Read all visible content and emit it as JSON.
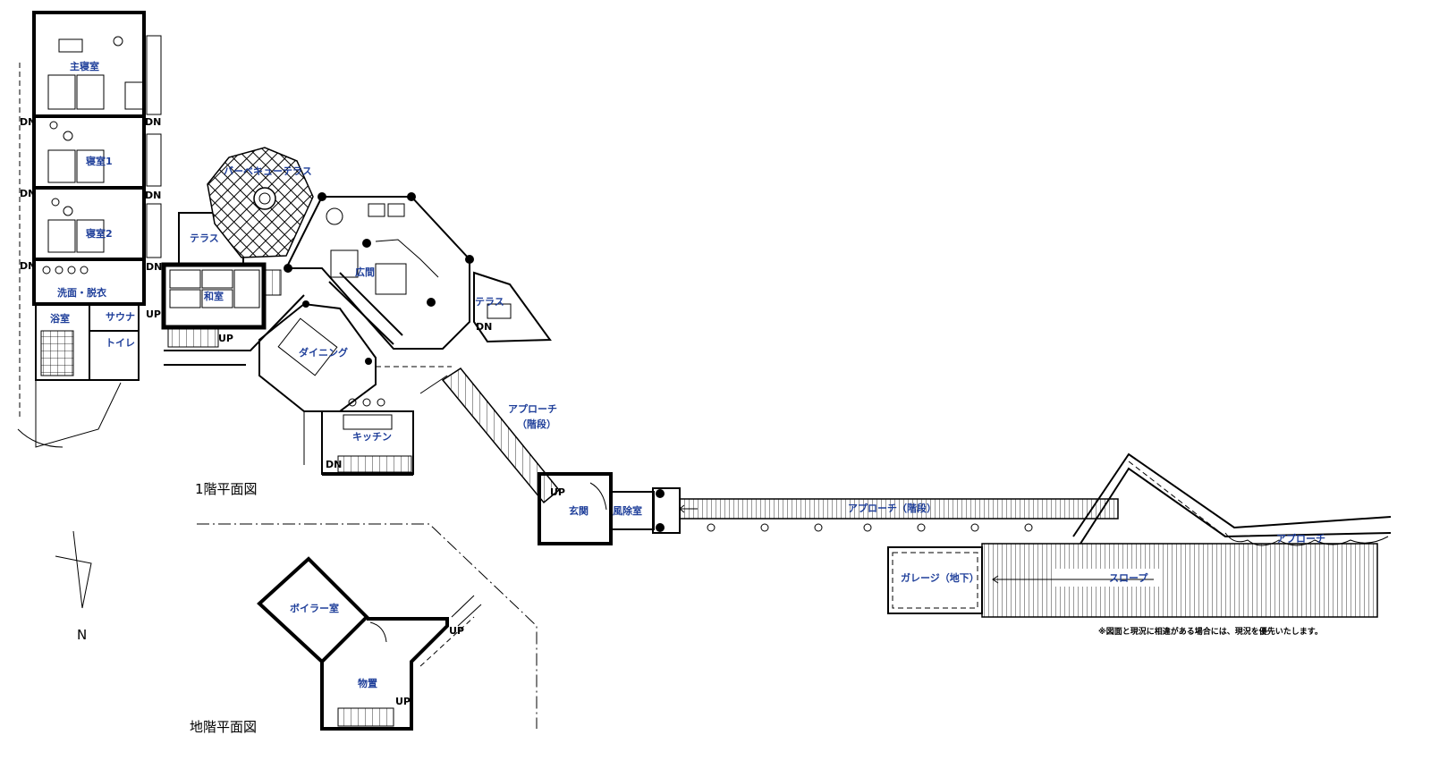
{
  "rooms": {
    "master_bedroom": "主寝室",
    "bedroom1": "寝室1",
    "bedroom2": "寝室2",
    "terrace_west": "テラス",
    "bbq_terrace": "バーベキューテラス",
    "living": "広間",
    "terrace_east": "テラス",
    "washroom": "洗面・脱衣",
    "japanese_room": "和室",
    "bathroom": "浴室",
    "sauna": "サウナ",
    "toilet": "トイレ",
    "dining": "ダイニング",
    "kitchen": "キッチン",
    "approach_stairs_a": "アプローチ",
    "approach_stairs_b": "（階段）",
    "entrance": "玄関",
    "windbreak_room": "風除室",
    "approach_long": "アプローチ（階段）",
    "approach_east": "アプローチ",
    "garage": "ガレージ（地下）",
    "slope": "スロープ",
    "boiler_room": "ボイラー室",
    "storage": "物置"
  },
  "marks": {
    "dn": "DN",
    "up": "UP"
  },
  "floor_labels": {
    "first": "1階平面図",
    "basement": "地階平面図"
  },
  "compass": "N",
  "note": "※図面と現況に相違がある場合には、現況を優先いたします。"
}
